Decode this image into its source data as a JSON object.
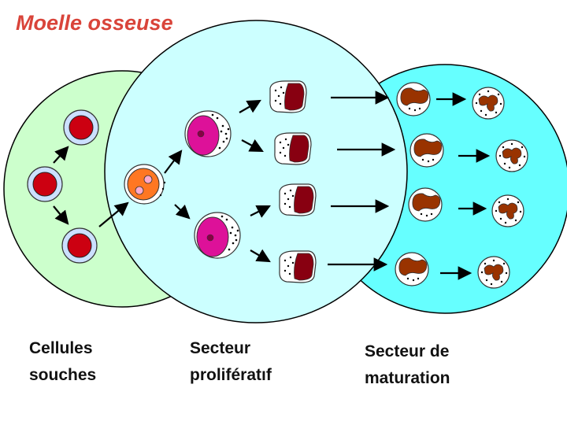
{
  "title": "Moelle osseuse",
  "labels": {
    "stem": {
      "line1": "Cellules",
      "line2": "souches"
    },
    "proliferative": {
      "line1": "Secteur",
      "line2": "prolifératıf"
    },
    "maturation": {
      "line1": "Secteur de",
      "line2": "maturation"
    }
  },
  "colors": {
    "stem_zone": "#ccffcc",
    "proliferative_zone": "#ccffff",
    "maturation_zone": "#66ffff",
    "stem_cell": "#cc0011",
    "blast_cell": "#ff7722",
    "promyelocyte_nucleus": "#dd1199",
    "myelocyte_nucleus": "#880011",
    "mature_nucleus": "#993300"
  }
}
